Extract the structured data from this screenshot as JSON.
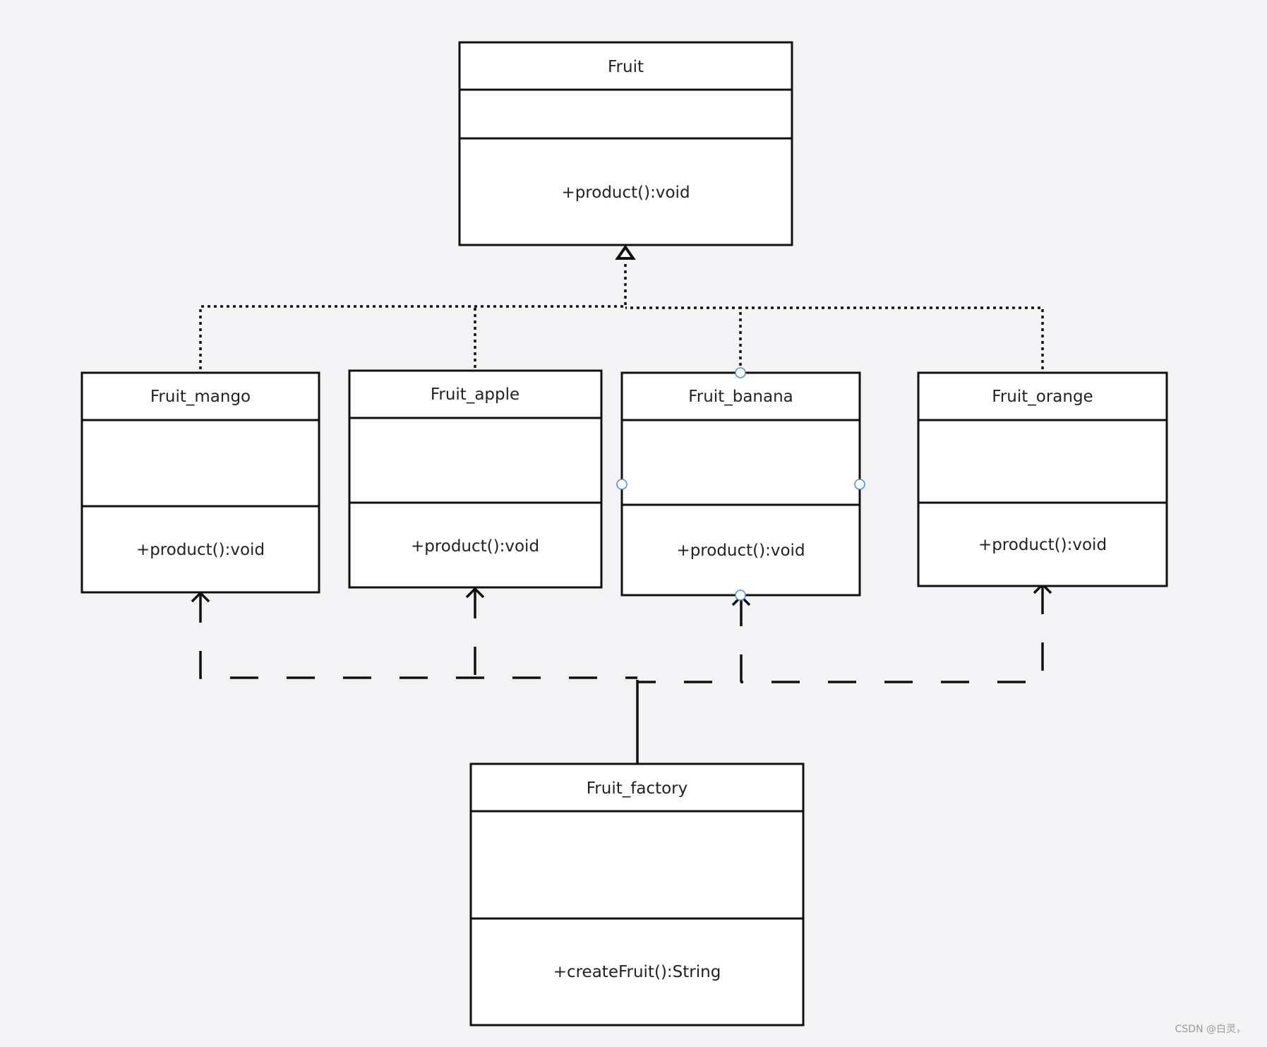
{
  "diagram": {
    "classes": {
      "fruit": {
        "name": "Fruit",
        "attributes": "",
        "method": "+product():void"
      },
      "mango": {
        "name": "Fruit_mango",
        "attributes": "",
        "method": "+product():void"
      },
      "apple": {
        "name": "Fruit_apple",
        "attributes": "",
        "method": "+product():void"
      },
      "banana": {
        "name": "Fruit_banana",
        "attributes": "",
        "method": "+product():void"
      },
      "orange": {
        "name": "Fruit_orange",
        "attributes": "",
        "method": "+product():void"
      },
      "factory": {
        "name": "Fruit_factory",
        "attributes": "",
        "method": "+createFruit():String"
      }
    },
    "relations": [
      {
        "type": "realization",
        "from": "Fruit_mango",
        "to": "Fruit"
      },
      {
        "type": "realization",
        "from": "Fruit_apple",
        "to": "Fruit"
      },
      {
        "type": "realization",
        "from": "Fruit_banana",
        "to": "Fruit"
      },
      {
        "type": "realization",
        "from": "Fruit_orange",
        "to": "Fruit"
      },
      {
        "type": "dependency",
        "from": "Fruit_factory",
        "to": "Fruit_mango"
      },
      {
        "type": "dependency",
        "from": "Fruit_factory",
        "to": "Fruit_apple"
      },
      {
        "type": "dependency",
        "from": "Fruit_factory",
        "to": "Fruit_banana"
      },
      {
        "type": "dependency",
        "from": "Fruit_factory",
        "to": "Fruit_orange"
      }
    ],
    "selected_class": "Fruit_banana"
  },
  "watermark": "CSDN @白灵，"
}
